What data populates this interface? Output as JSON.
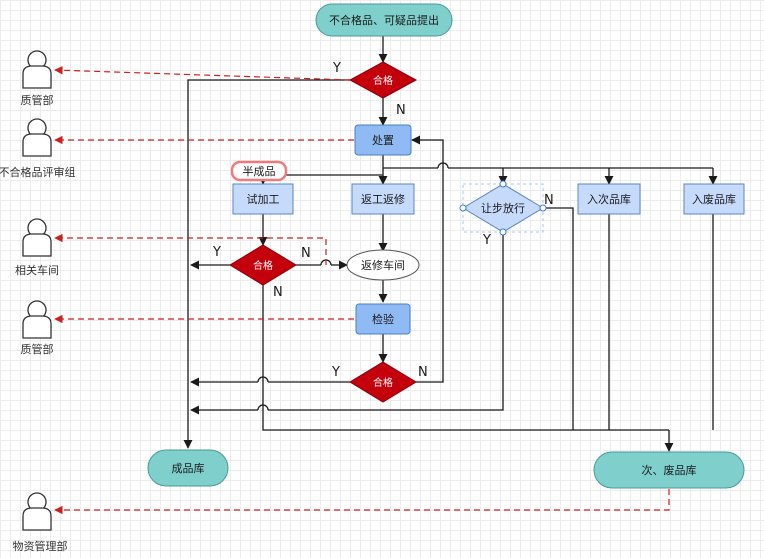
{
  "diagram": {
    "start": "不合格品、可疑品提出",
    "decision_top": "合格",
    "process_handle": "处置",
    "semi_product_tag": "半成品",
    "trial_processing": "试加工",
    "rework": "返工返修",
    "concession": "让步放行",
    "secondary_store": "入次品库",
    "scrap_store": "入废品库",
    "decision_mid": "合格",
    "rework_workshop": "返修车间",
    "inspection": "检验",
    "decision_bottom": "合格",
    "finished_goods": "成品库",
    "secondary_scrap_warehouse": "次、废品库",
    "labels": {
      "y1": "Y",
      "n1": "N",
      "y_mid": "Y",
      "n_mid": "N",
      "n_mid_below": "N",
      "y_concession": "Y",
      "n_concession": "N",
      "y_bottom": "Y",
      "n_bottom": "N"
    },
    "actors": {
      "qa1": "质管部",
      "review_group": "不合格品评审组",
      "workshop": "相关车间",
      "qa2": "质管部",
      "materials": "物资管理部"
    }
  }
}
